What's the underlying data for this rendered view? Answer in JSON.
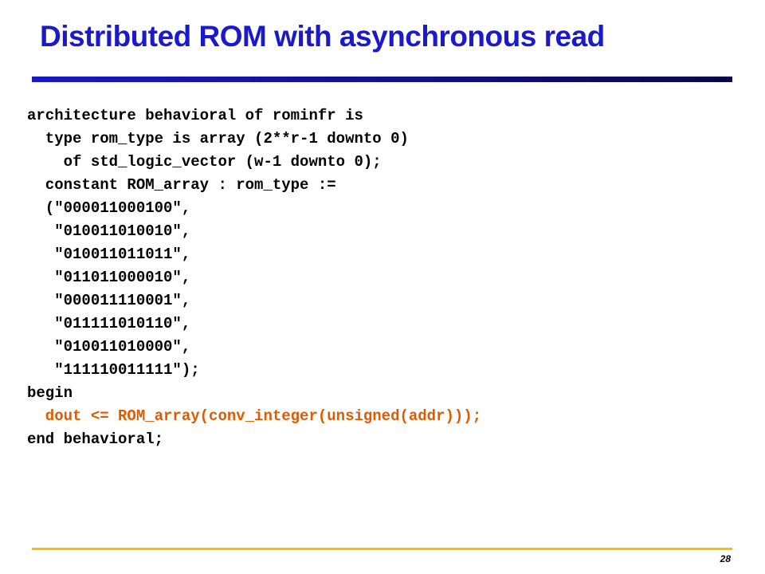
{
  "slide": {
    "title": "Distributed ROM with asynchronous read",
    "page_number": "28",
    "colors": {
      "title": "#1a1acc",
      "title_rule": "#10108a",
      "footer_rule": "#f2c400",
      "code": "#000000",
      "code_highlight": "#e05a00"
    },
    "code_lines": [
      "architecture behavioral of rominfr is",
      "  type rom_type is array (2**r-1 downto 0)",
      "    of std_logic_vector (w-1 downto 0);",
      "  constant ROM_array : rom_type :=",
      "  (\"000011000100\",",
      "   \"010011010010\",",
      "   \"010011011011\",",
      "   \"011011000010\",",
      "   \"000011110001\",",
      "   \"011111010110\",",
      "   \"010011010000\",",
      "   \"111110011111\");",
      "begin",
      "  dout <= ROM_array(conv_integer(unsigned(addr)));",
      "end behavioral;"
    ]
  }
}
